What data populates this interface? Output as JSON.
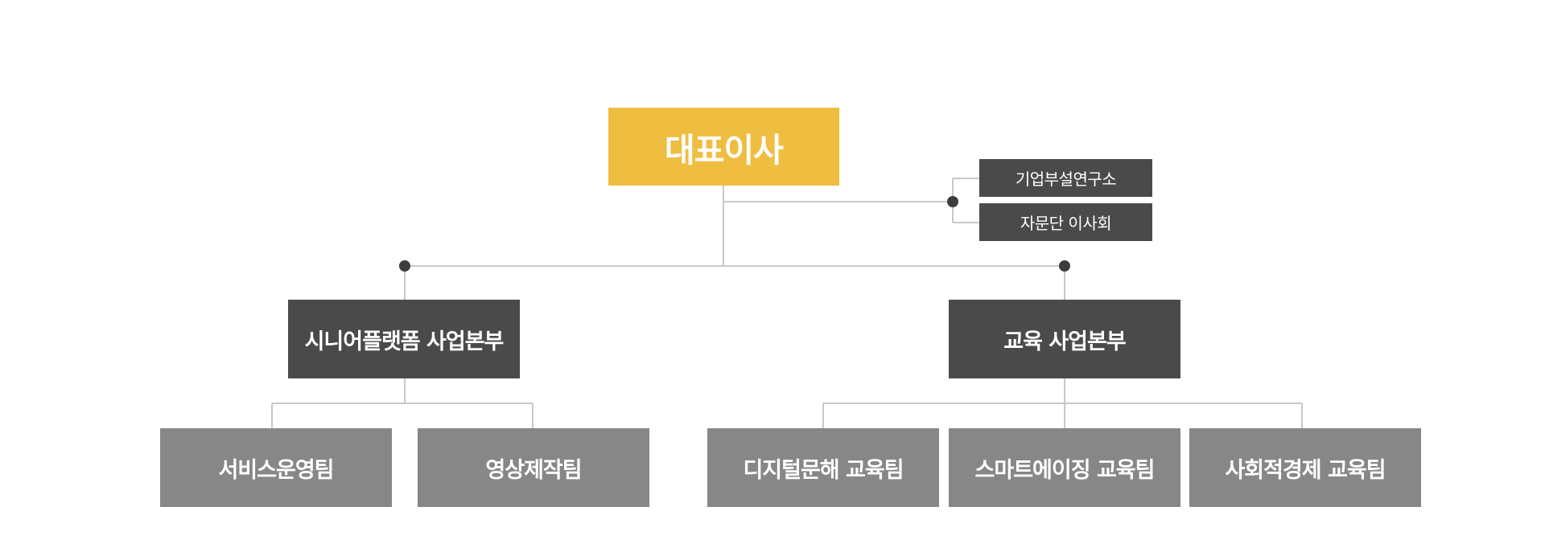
{
  "colors": {
    "ceo": "#EFBE41",
    "division": "#4A4A4A",
    "team": "#878787",
    "connector": "#C8C8C8",
    "dot": "#3C3C3C"
  },
  "ceo": {
    "label": "대표이사"
  },
  "side_units": [
    {
      "label": "기업부설연구소"
    },
    {
      "label": "자문단 이사회"
    }
  ],
  "divisions": [
    {
      "label": "시니어플랫폼 사업본부",
      "teams": [
        {
          "label": "서비스운영팀"
        },
        {
          "label": "영상제작팀"
        }
      ]
    },
    {
      "label": "교육 사업본부",
      "teams": [
        {
          "label": "디지털문해 교육팀"
        },
        {
          "label": "스마트에이징 교육팀"
        },
        {
          "label": "사회적경제 교육팀"
        }
      ]
    }
  ]
}
